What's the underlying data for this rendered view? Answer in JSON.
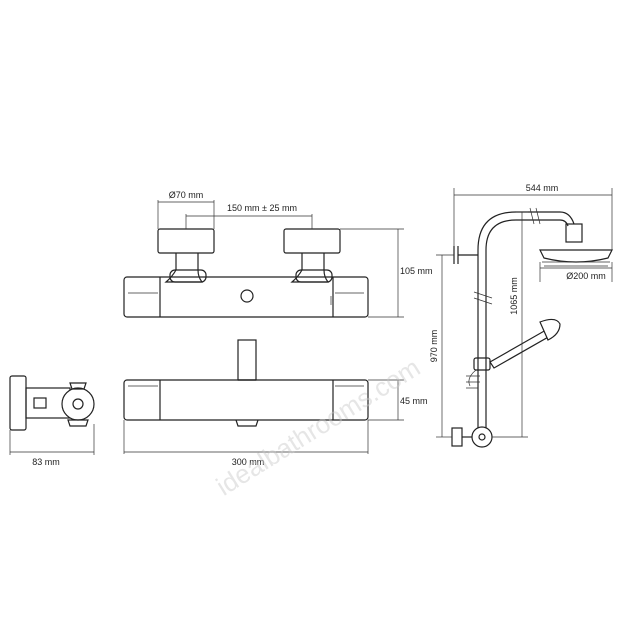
{
  "watermark": "idealbathrooms.com",
  "dimensions": {
    "knob_diameter": "Ø70 mm",
    "centres": "150 mm ± 25 mm",
    "valve_height": "105 mm",
    "side_depth": "83 mm",
    "body_length": "300 mm",
    "body_height": "45 mm",
    "riser_width": "544 mm",
    "head_diameter": "Ø200 mm",
    "riser_height": "1065 mm",
    "outlet_height": "970 mm"
  }
}
